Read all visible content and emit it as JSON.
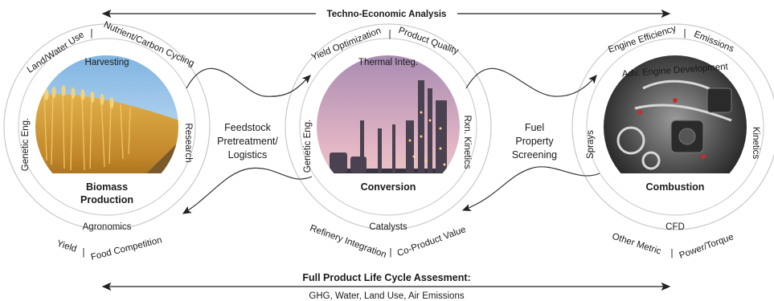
{
  "top_banner": "Techno-Economic Analysis",
  "bottom_banner": {
    "title": "Full Product Life Cycle Assesment:",
    "subtitle": "GHG, Water, Land Use, Air Emissions"
  },
  "links": {
    "left": [
      "Feedstock",
      "Pretreatment/",
      "Logistics"
    ],
    "right": [
      "Fuel",
      "Property",
      "Screening"
    ]
  },
  "stages": [
    {
      "title": [
        "Biomass",
        "Production"
      ],
      "inner": {
        "top": "Harvesting",
        "left": "Genetic Eng.",
        "right": "Research",
        "bottom": "Agronomics"
      },
      "outer_top": [
        "Land/Water Use",
        "Nutrient/Carbon Cycling"
      ],
      "outer_bottom": [
        "Yield",
        "Food Competition"
      ]
    },
    {
      "title": [
        "Conversion"
      ],
      "inner": {
        "top": "Thermal Integ.",
        "left": "Genetic Eng.",
        "right": "Rxn. Kinetics",
        "bottom": "Catalysts"
      },
      "outer_top": [
        "Yield Optimization",
        "Product Quality"
      ],
      "outer_bottom": [
        "Refinery Integration",
        "Co-Product Value"
      ]
    },
    {
      "title": [
        "Combustion"
      ],
      "inner": {
        "top": "Adv. Engine Development",
        "left": "Sprays",
        "right": "Kinetics",
        "bottom": "CFD"
      },
      "outer_top": [
        "Engine Efficiency",
        "Emissions"
      ],
      "outer_bottom": [
        "Other Metric",
        "Power/Torque"
      ]
    }
  ],
  "separator": "|",
  "icons": [
    "wheat-field-photo",
    "refinery-photo",
    "engine-photo"
  ]
}
